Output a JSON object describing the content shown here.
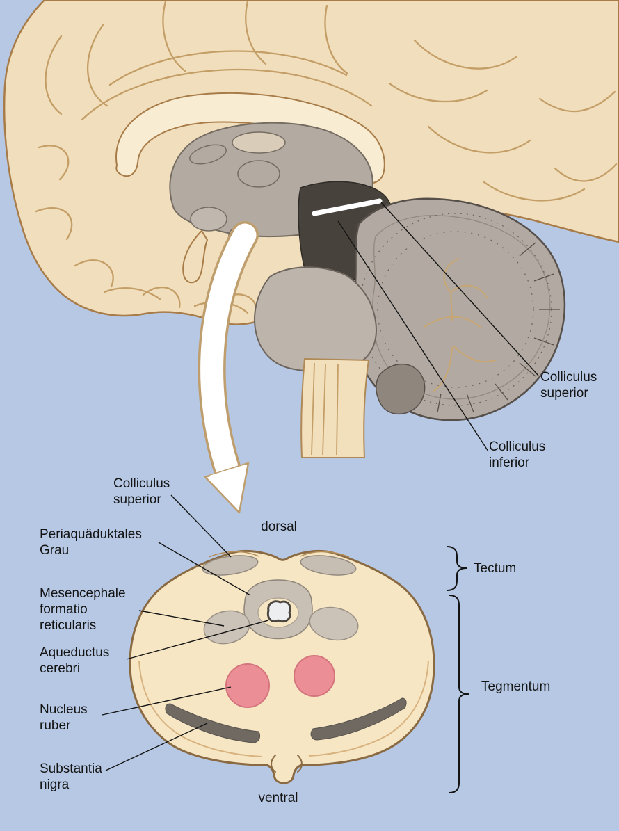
{
  "colors": {
    "background": "#b6c8e4",
    "brain_cream": "#f1debc",
    "brain_outline": "#a87c49",
    "gray_matter": "#b3aba2",
    "dark_midbrain": "#47423c",
    "nucleus_ruber_pink": "#ec8e95",
    "substantia_nigra_gray": "#6f6962",
    "arrow_white": "#ffffff",
    "line_black": "#141414"
  },
  "sagittal": {
    "labels": {
      "colliculus_superior": "Colliculus superior",
      "colliculus_inferior": "Colliculus inferior"
    }
  },
  "section": {
    "orientation": {
      "dorsal": "dorsal",
      "ventral": "ventral"
    },
    "labels": {
      "colliculus_superior": "Colliculus superior",
      "periaqueductal_gray": "Periaquäduktales Grau",
      "reticular_formation": "Mesencephale formatio reticularis",
      "aqueduct": "Aqueductus cerebri",
      "nucleus_ruber": "Nucleus ruber",
      "substantia_nigra": "Substantia nigra"
    },
    "regions": {
      "tectum": "Tectum",
      "tegmentum": "Tegmentum"
    }
  }
}
